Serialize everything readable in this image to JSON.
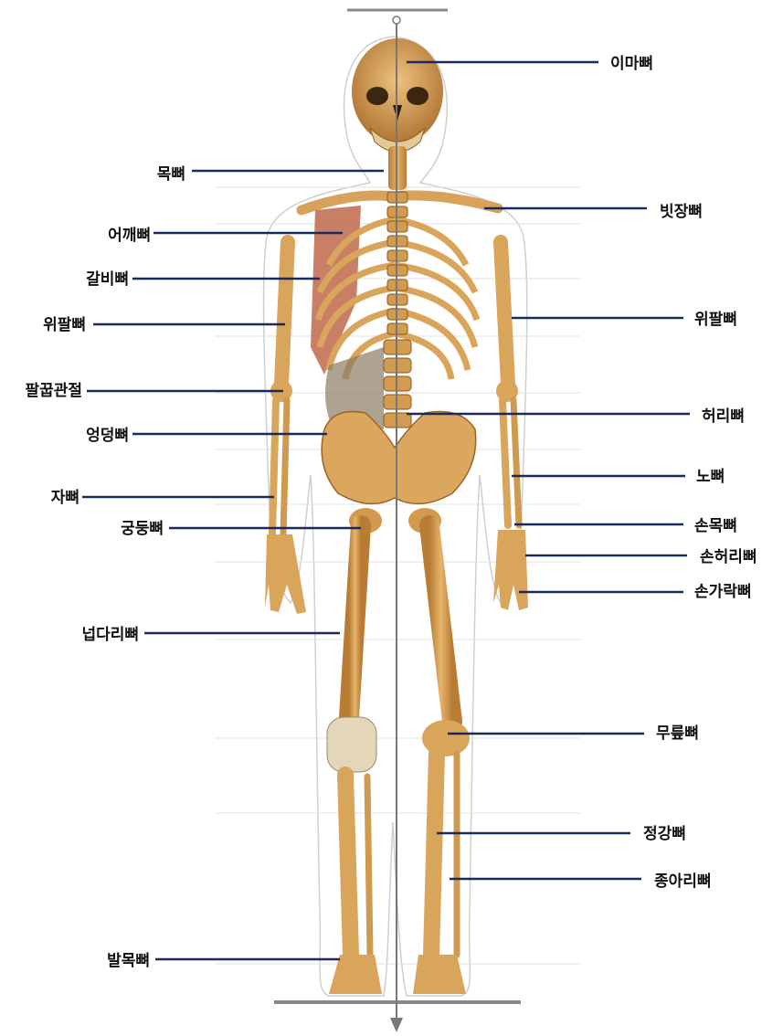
{
  "labels": {
    "frontal_bone": "이마뼈",
    "cervical_vertebrae": "목뼈",
    "clavicle": "빗장뼈",
    "scapula": "어깨뼈",
    "ribs": "갈비뼈",
    "humerus_left": "위팔뼈",
    "humerus_right": "위팔뼈",
    "elbow_joint": "팔꿉관절",
    "lumbar_vertebrae": "허리뼈",
    "hip_bone": "엉덩뼈",
    "radius": "노뼈",
    "ulna": "자뼈",
    "carpals": "손목뼈",
    "sacrum": "궁둥뼈",
    "metacarpals": "손허리뼈",
    "phalanges": "손가락뼈",
    "femur": "넙다리뼈",
    "patella": "무릎뼈",
    "tibia": "정강뼈",
    "fibula": "종아리뼈",
    "tarsals": "발목뼈"
  },
  "colors": {
    "leader_line": "#1b2a5c",
    "bone": "#d9a55a",
    "bone_dark": "#a86f2a",
    "muscle": "#c0684a",
    "axis": "#777777"
  }
}
